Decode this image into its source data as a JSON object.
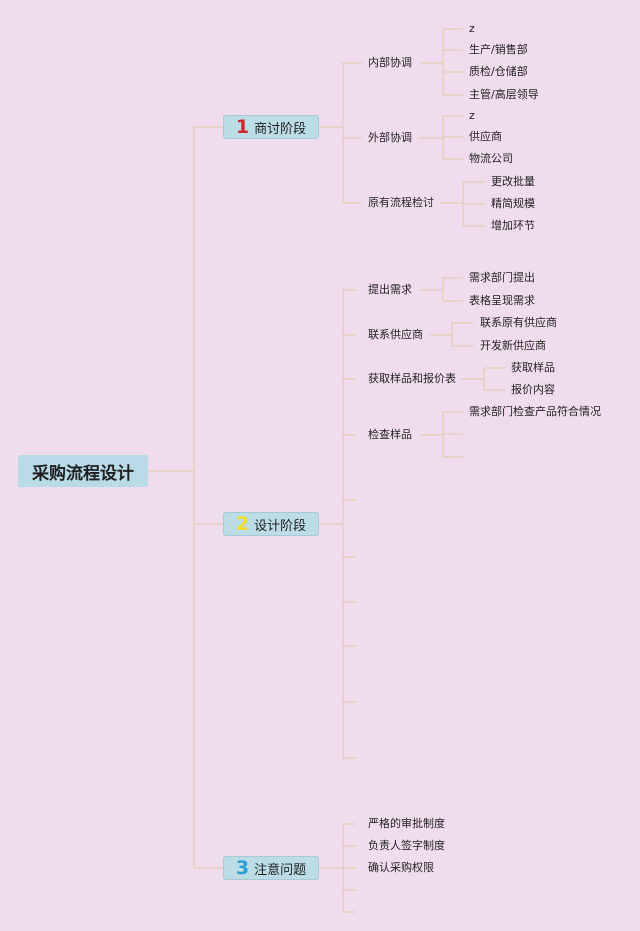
{
  "root": {
    "label": "采购流程设计"
  },
  "stages": [
    {
      "number": "1",
      "number_color": "#d0262c",
      "label": "商讨阶段",
      "groups": [
        {
          "label": "内部协调",
          "items": [
            "z",
            "生产/销售部",
            "质检/仓储部",
            "主管/高层领导"
          ]
        },
        {
          "label": "外部协调",
          "items": [
            "z",
            "供应商",
            "物流公司"
          ]
        },
        {
          "label": "原有流程检讨",
          "items": [
            "更改批量",
            "精简规模",
            "增加环节"
          ]
        }
      ]
    },
    {
      "number": "2",
      "number_color": "#f1dc2b",
      "label": "设计阶段",
      "groups": [
        {
          "label": "提出需求",
          "items": [
            "需求部门提出",
            "表格呈现需求"
          ]
        },
        {
          "label": "联系供应商",
          "items": [
            "联系原有供应商",
            "开发新供应商"
          ]
        },
        {
          "label": "获取样品和报价表",
          "items": [
            "获取样品",
            "报价内容"
          ]
        },
        {
          "label": "检查样品",
          "items": [
            "需求部门检查产品符合情况",
            "",
            ""
          ]
        }
      ],
      "empty_branches": 6
    },
    {
      "number": "3",
      "number_color": "#2a9fd6",
      "label": "注意问题",
      "items": [
        "严格的审批制度",
        "负责人签字制度",
        "确认采购权限",
        "",
        ""
      ]
    }
  ]
}
